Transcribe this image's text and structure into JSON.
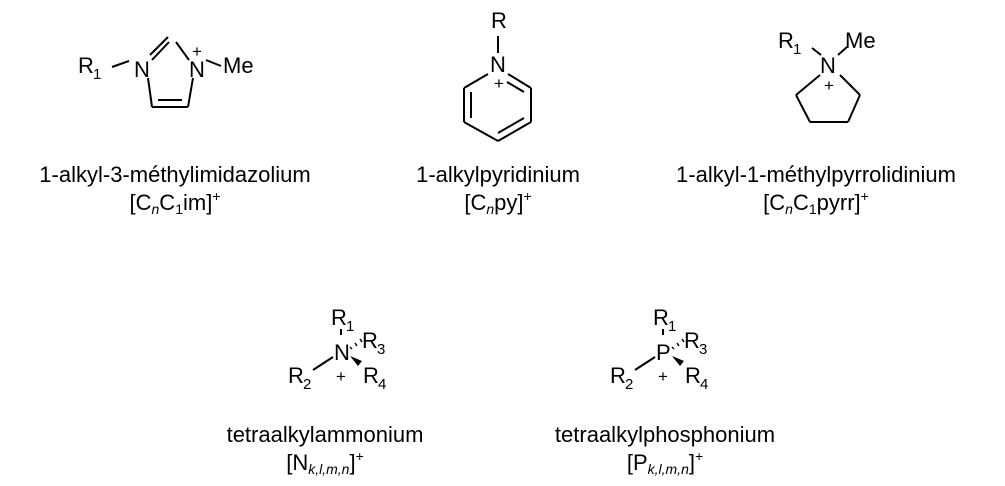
{
  "structures": [
    {
      "id": "imidazolium",
      "name": "1-alkyl-3-méthylimidazolium",
      "abbr": {
        "pre": "[C",
        "sub1": "n",
        "mid": "C",
        "sub2": "1",
        "post": "im]",
        "charge": "+"
      },
      "atoms": {
        "r1": "R",
        "r1_sub": "1",
        "n1": "N",
        "n3": "N",
        "plus": "+",
        "me": "Me"
      }
    },
    {
      "id": "pyridinium",
      "name": "1-alkylpyridinium",
      "abbr": {
        "pre": "[C",
        "sub1": "n",
        "post": "py]",
        "charge": "+"
      },
      "atoms": {
        "r": "R",
        "n": "N",
        "plus": "+"
      }
    },
    {
      "id": "pyrrolidinium",
      "name": "1-alkyl-1-méthylpyrrolidinium",
      "abbr": {
        "pre": "[C",
        "sub1": "n",
        "mid": "C",
        "sub2": "1",
        "post": "pyrr]",
        "charge": "+"
      },
      "atoms": {
        "r1": "R",
        "r1_sub": "1",
        "n": "N",
        "plus": "+",
        "me": "Me"
      }
    },
    {
      "id": "ammonium",
      "name": "tetraalkylammonium",
      "abbr": {
        "pre": "[N",
        "sub": "k,l,m,n",
        "post": "]",
        "charge": "+"
      },
      "atoms": {
        "center": "N",
        "plus": "+",
        "r": "R",
        "sub1": "1",
        "sub2": "2",
        "sub3": "3",
        "sub4": "4"
      }
    },
    {
      "id": "phosphonium",
      "name": "tetraalkylphosphonium",
      "abbr": {
        "pre": "[P",
        "sub": "k,l,m,n",
        "post": "]",
        "charge": "+"
      },
      "atoms": {
        "center": "P",
        "plus": "+",
        "r": "R",
        "sub1": "1",
        "sub2": "2",
        "sub3": "3",
        "sub4": "4"
      }
    }
  ]
}
